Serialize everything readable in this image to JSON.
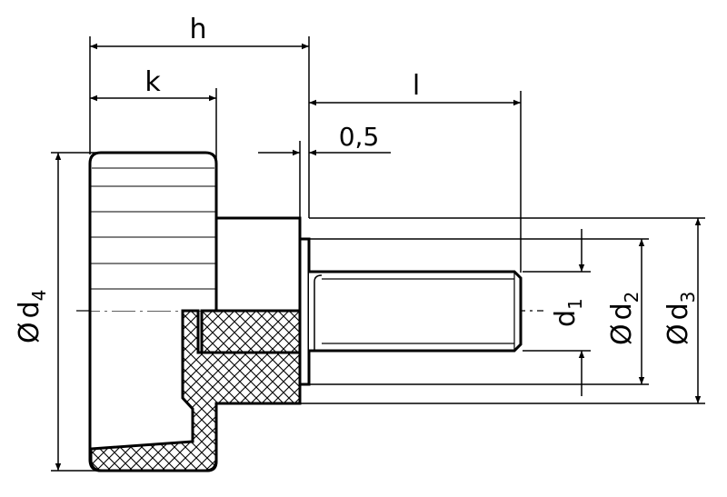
{
  "labels": {
    "h": "h",
    "k": "k",
    "l": "l",
    "gap": "0,5",
    "d1": {
      "sym": "",
      "letter": "d",
      "sub": "1"
    },
    "d2": {
      "sym": "Ø",
      "letter": "d",
      "sub": "2"
    },
    "d3": {
      "sym": "Ø",
      "letter": "d",
      "sub": "3"
    },
    "d4": {
      "sym": "Ø",
      "letter": "d",
      "sub": "4"
    }
  },
  "colors": {
    "line": "#000000",
    "background": "#ffffff"
  }
}
